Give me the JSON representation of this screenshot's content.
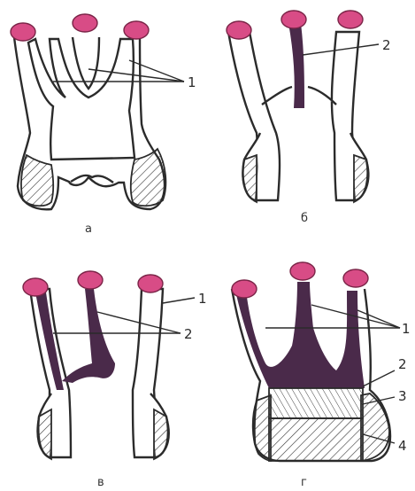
{
  "panels": {
    "a": {
      "caption": "а",
      "labels": [
        "1"
      ]
    },
    "b": {
      "caption": "б",
      "labels": [
        "2"
      ]
    },
    "c": {
      "caption": "в",
      "labels": [
        "1",
        "2"
      ]
    },
    "d": {
      "caption": "г",
      "labels": [
        "1",
        "2",
        "3",
        "4"
      ]
    }
  },
  "colors": {
    "orifice": "#d84c86",
    "filling": "#4a2a4a",
    "outline": "#2b2b2b"
  }
}
